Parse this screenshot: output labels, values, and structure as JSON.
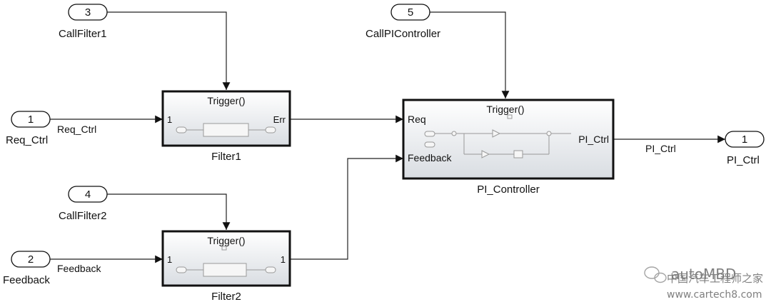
{
  "ports": {
    "call_filter1": {
      "number": "3",
      "label": "CallFilter1"
    },
    "call_filter2": {
      "number": "4",
      "label": "CallFilter2"
    },
    "call_pi": {
      "number": "5",
      "label": "CallPIController"
    },
    "req_ctrl_in": {
      "number": "1",
      "label": "Req_Ctrl"
    },
    "feedback_in": {
      "number": "2",
      "label": "Feedback"
    },
    "pi_ctrl_out": {
      "number": "1",
      "label": "PI_Ctrl"
    }
  },
  "blocks": {
    "filter1": {
      "name": "Filter1",
      "trigger": "Trigger()",
      "in": "1",
      "out": "Err"
    },
    "filter2": {
      "name": "Filter2",
      "trigger": "Trigger()",
      "in": "1",
      "out": "1"
    },
    "pi": {
      "name": "PI_Controller",
      "trigger": "Trigger()",
      "in1": "Req",
      "in2": "Feedback",
      "out": "PI_Ctrl"
    }
  },
  "signals": {
    "req_ctrl": "Req_Ctrl",
    "feedback": "Feedback",
    "pi_ctrl": "PI_Ctrl"
  },
  "watermark": {
    "brand": "autoMBD",
    "title": "中国汽车工程师之家",
    "url": "www.cartech8.com"
  },
  "colors": {
    "line": "#222222",
    "block_fill": "#eef0f2"
  }
}
